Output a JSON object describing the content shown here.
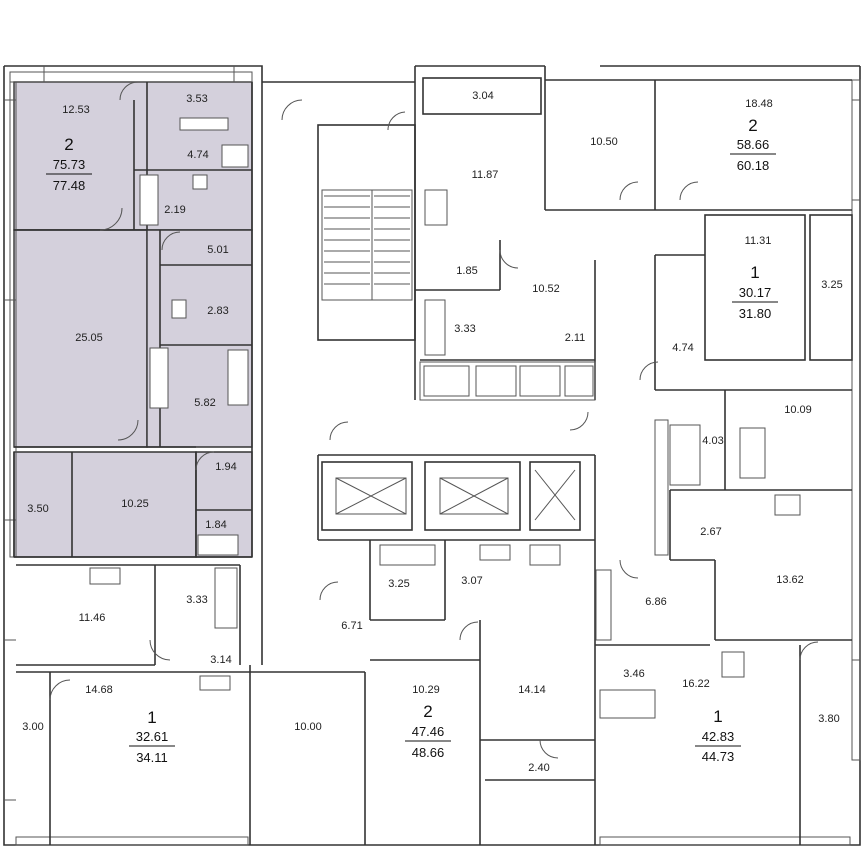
{
  "rooms": [
    {
      "id": "r1",
      "label": "12.53"
    },
    {
      "id": "r2",
      "label": "3.53"
    },
    {
      "id": "r3",
      "label": "4.74"
    },
    {
      "id": "r4",
      "label": "2.19"
    },
    {
      "id": "r5",
      "label": "5.01"
    },
    {
      "id": "r6",
      "label": "2.83"
    },
    {
      "id": "r7",
      "label": "25.05"
    },
    {
      "id": "r8",
      "label": "5.82"
    },
    {
      "id": "r9",
      "label": "1.94"
    },
    {
      "id": "r10",
      "label": "3.50"
    },
    {
      "id": "r11",
      "label": "10.25"
    },
    {
      "id": "r12",
      "label": "1.84"
    },
    {
      "id": "r13",
      "label": "11.46"
    },
    {
      "id": "r14",
      "label": "3.33"
    },
    {
      "id": "r15",
      "label": "3.14"
    },
    {
      "id": "r16",
      "label": "14.68"
    },
    {
      "id": "r17",
      "label": "3.00"
    },
    {
      "id": "r18",
      "label": "10.00"
    },
    {
      "id": "r19",
      "label": "3.04"
    },
    {
      "id": "r20",
      "label": "11.87"
    },
    {
      "id": "r21",
      "label": "1.85"
    },
    {
      "id": "r22",
      "label": "3.33"
    },
    {
      "id": "r23",
      "label": "10.52"
    },
    {
      "id": "r24",
      "label": "2.11"
    },
    {
      "id": "r25",
      "label": "10.50"
    },
    {
      "id": "r26",
      "label": "18.48"
    },
    {
      "id": "r27",
      "label": "11.31"
    },
    {
      "id": "r28",
      "label": "3.25"
    },
    {
      "id": "r29",
      "label": "4.74"
    },
    {
      "id": "r30",
      "label": "4.03"
    },
    {
      "id": "r31",
      "label": "10.09"
    },
    {
      "id": "r32",
      "label": "2.67"
    },
    {
      "id": "r33",
      "label": "13.62"
    },
    {
      "id": "r34",
      "label": "6.86"
    },
    {
      "id": "r35",
      "label": "3.25"
    },
    {
      "id": "r36",
      "label": "3.07"
    },
    {
      "id": "r37",
      "label": "6.71"
    },
    {
      "id": "r38",
      "label": "10.29"
    },
    {
      "id": "r39",
      "label": "14.14"
    },
    {
      "id": "r40",
      "label": "2.40"
    },
    {
      "id": "r41",
      "label": "3.46"
    },
    {
      "id": "r42",
      "label": "16.22"
    },
    {
      "id": "r43",
      "label": "3.80"
    }
  ],
  "apartments": [
    {
      "id": "a1",
      "rooms": "2",
      "living": "75.73",
      "total": "77.48"
    },
    {
      "id": "a2",
      "rooms": "2",
      "living": "58.66",
      "total": "60.18"
    },
    {
      "id": "a3",
      "rooms": "1",
      "living": "30.17",
      "total": "31.80"
    },
    {
      "id": "a4",
      "rooms": "1",
      "living": "32.61",
      "total": "34.11"
    },
    {
      "id": "a5",
      "rooms": "2",
      "living": "47.46",
      "total": "48.66"
    },
    {
      "id": "a6",
      "rooms": "1",
      "living": "42.83",
      "total": "44.73"
    }
  ],
  "colors": {
    "highlight": "#d4d0dc",
    "wall": "#333333",
    "background": "#ffffff"
  }
}
